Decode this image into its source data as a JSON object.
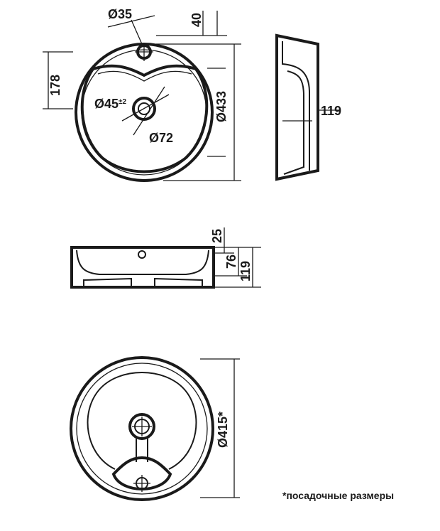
{
  "top_view": {
    "d_tap_hole": "Ø35",
    "tap_offset": "40",
    "tap_to_drain": "178",
    "d_drain": "Ø45",
    "d_drain_tol": "±2",
    "d_drain_outer": "Ø72",
    "d_outer": "Ø433"
  },
  "side_view": {
    "depth": "119"
  },
  "front_view": {
    "rim_to_hole": "25",
    "inner_depth": "76",
    "total_height": "119"
  },
  "bottom_view": {
    "d_mounting": "Ø415*"
  },
  "footnote": "*посадочные размеры"
}
